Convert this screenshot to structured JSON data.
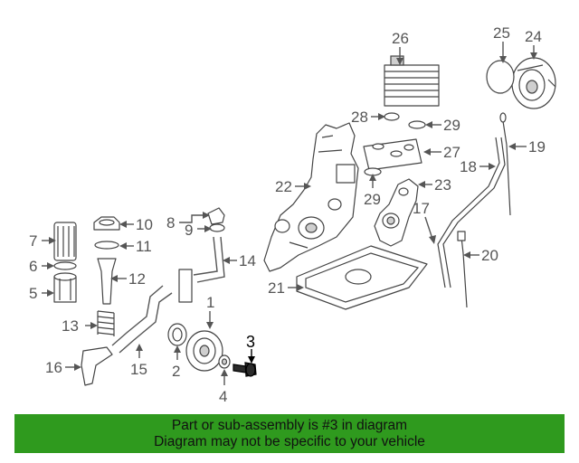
{
  "highlighted_part": "3",
  "labels": {
    "p1": "1",
    "p2": "2",
    "p3": "3",
    "p4": "4",
    "p5": "5",
    "p6": "6",
    "p7": "7",
    "p8": "8",
    "p9": "9",
    "p10": "10",
    "p11": "11",
    "p12": "12",
    "p13": "13",
    "p14": "14",
    "p15": "15",
    "p16": "16",
    "p17": "17",
    "p18": "18",
    "p19": "19",
    "p20": "20",
    "p21": "21",
    "p22": "22",
    "p23": "23",
    "p24": "24",
    "p25": "25",
    "p26": "26",
    "p27": "27",
    "p28": "28",
    "p29a": "29",
    "p29b": "29"
  },
  "banner": {
    "line1": "Part or sub-assembly is #3 in diagram",
    "line2": "Diagram may not be specific to your vehicle"
  },
  "colors": {
    "banner": "#2f9a1e",
    "highlight": "#2b2b2b",
    "linework": "#444444"
  }
}
